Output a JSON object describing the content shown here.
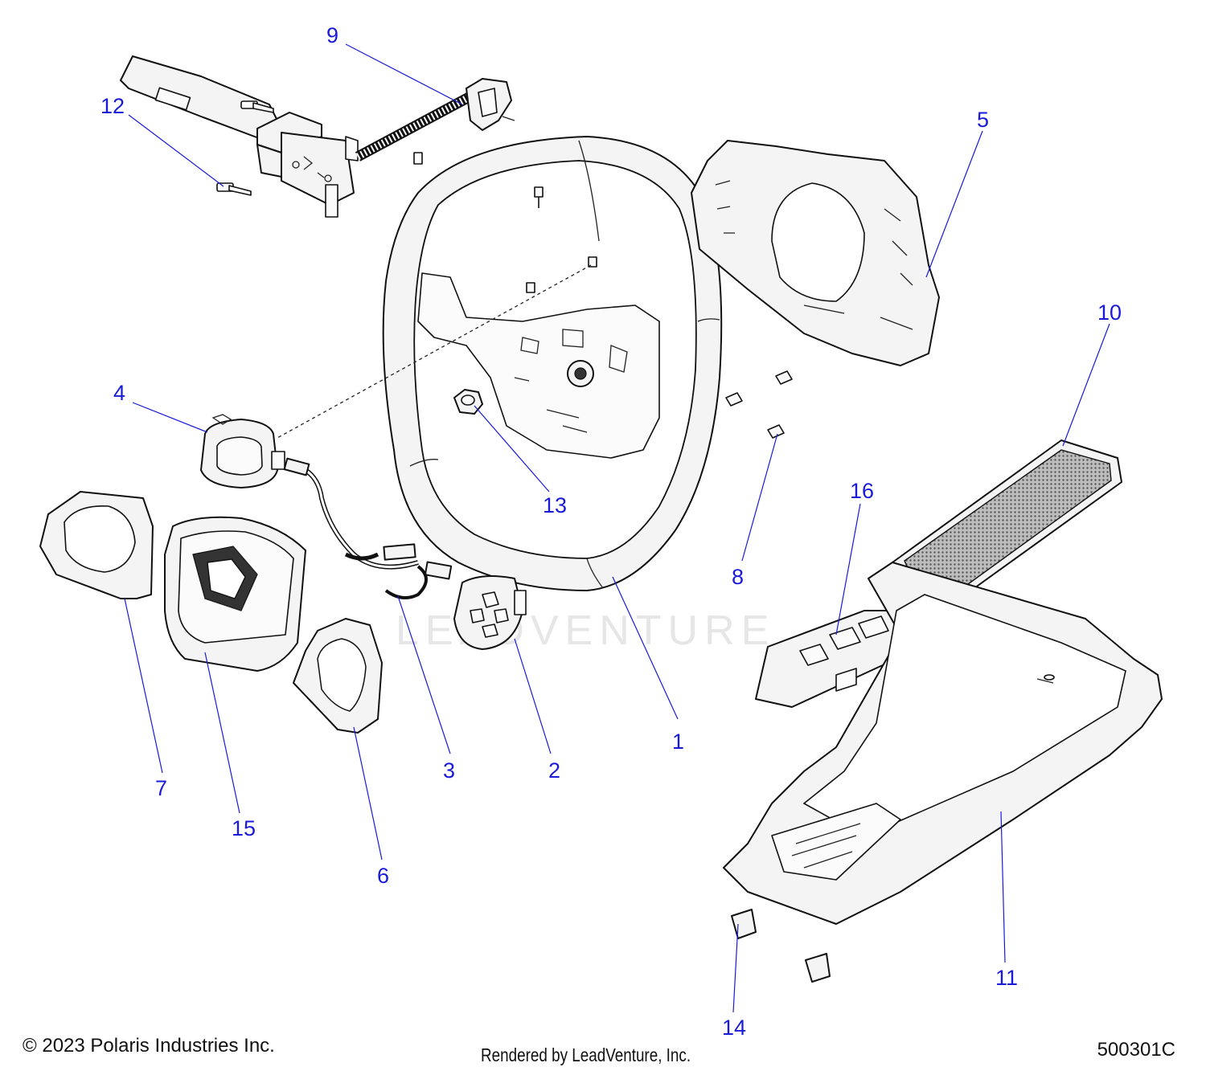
{
  "watermark": "LEADVENTURE",
  "callouts": [
    "1",
    "2",
    "3",
    "4",
    "5",
    "6",
    "7",
    "8",
    "9",
    "10",
    "11",
    "12",
    "13",
    "14",
    "15",
    "16"
  ],
  "footer": {
    "copyright": "© 2023 Polaris Industries Inc.",
    "rendered_by": "Rendered by LeadVenture, Inc.",
    "doc_number": "500301C"
  },
  "colors": {
    "callout": "#1a1adb",
    "linework": "#111111"
  }
}
